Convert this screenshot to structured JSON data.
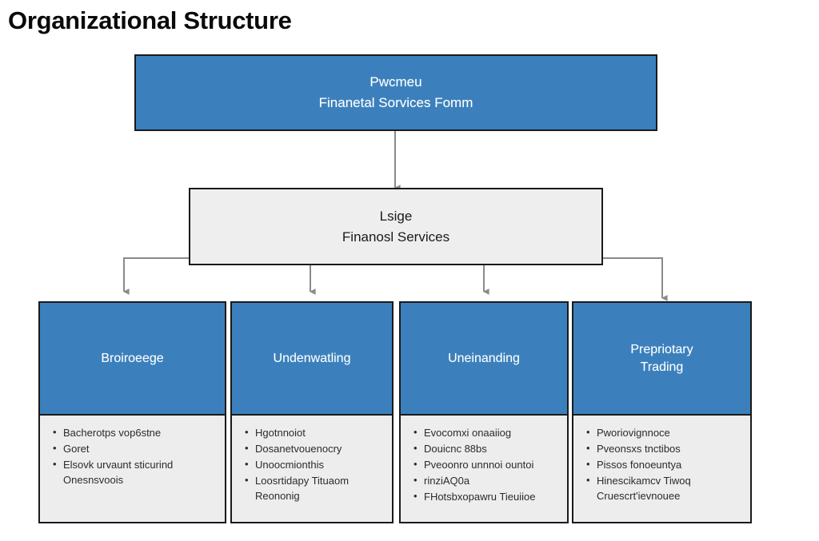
{
  "page": {
    "title": "Organizational Structure",
    "background": "#ffffff"
  },
  "colors": {
    "accent_blue": "#3b80bc",
    "panel_gray": "#eeeeee",
    "border_dark": "#1a1a1a",
    "connector_gray": "#8a8a8a",
    "header_text": "#ffffff",
    "body_text": "#2b2b2b"
  },
  "diagram": {
    "type": "org-chart",
    "root": {
      "name": "root-node",
      "style": "blue",
      "lines": [
        "Pwcmeu",
        "Finanetal Sorvices Fomm"
      ]
    },
    "middle": {
      "name": "middle-node",
      "style": "gray",
      "lines": [
        "Lsige",
        "Finanosl Services"
      ]
    },
    "departments": [
      {
        "name": "brokerage",
        "header_lines": [
          "Broiroeege"
        ],
        "items": [
          "Bacherotps vop6stne",
          "Goret",
          "Elsovk urvaunt sticurind Onesnsvoois"
        ]
      },
      {
        "name": "underwriting",
        "header_lines": [
          "Undenwatling"
        ],
        "items": [
          "Hgotnnoiot",
          "Dosanetvouenocry",
          "Unoocmionthis",
          "Loosrtidapy Tituaom Reononig"
        ]
      },
      {
        "name": "investment-banking",
        "header_lines": [
          "Uneinanding"
        ],
        "items": [
          "Evocomxi onaaiiog",
          "Douicnc 88bs",
          "Pveoonro unnnoi ountoi",
          "rinziAQ0a",
          "FHotsbxopawru Tieuiioe"
        ]
      },
      {
        "name": "proprietary-trading",
        "header_lines": [
          "Prepriotary",
          "Trading"
        ],
        "items": [
          "Pworiovignnoce",
          "Pveonsxs tnctibos",
          "Pissos fonoeuntya",
          "Hinescikamcv Tiwoq Cruescrt'ievnouee"
        ]
      }
    ]
  }
}
